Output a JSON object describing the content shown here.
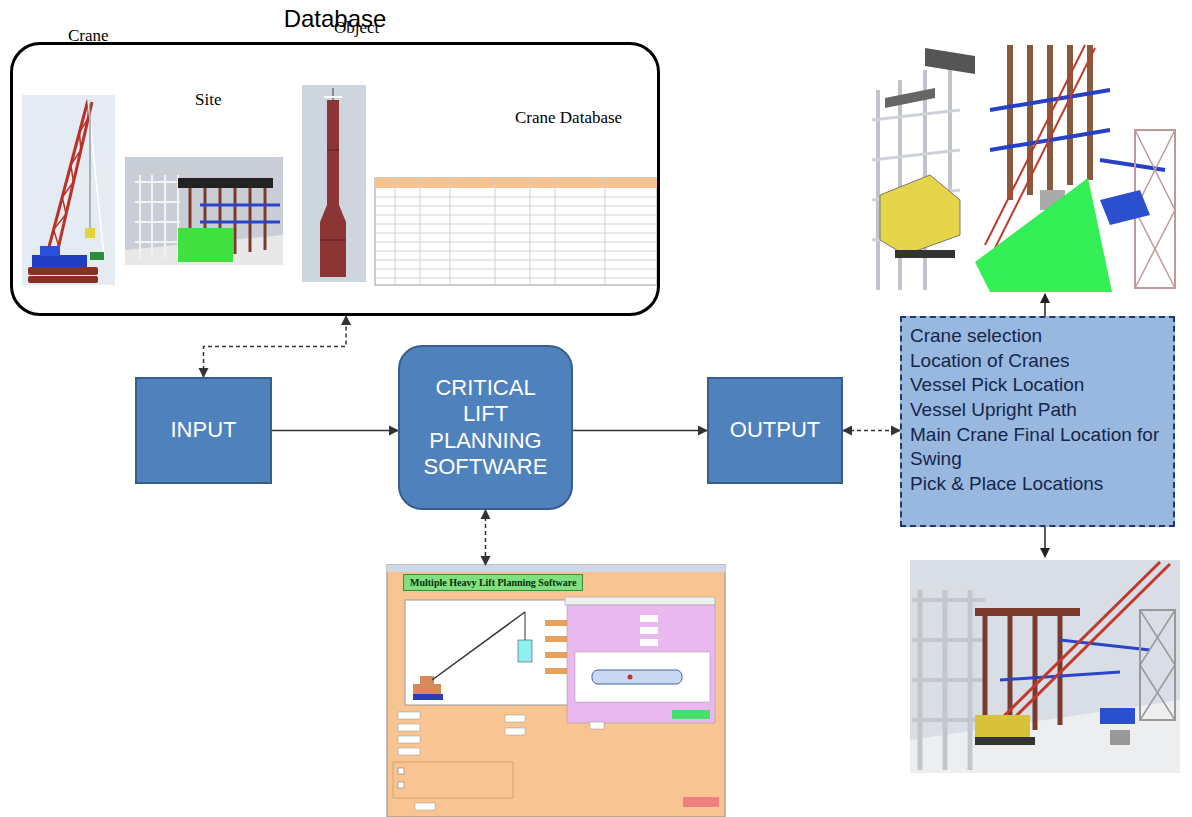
{
  "diagram": {
    "nodes": [
      {
        "text": [
          "Database"
        ]
      },
      {
        "text": [
          "Crane"
        ],
        "in": 0
      },
      {
        "text": [
          "Site"
        ],
        "in": 0
      },
      {
        "text": [
          "Object"
        ],
        "in": 0
      },
      {
        "text": [
          "Crane Database"
        ],
        "in": 0
      },
      {
        "text": [
          "INPUT"
        ]
      },
      {
        "text": [
          "CRITICAL LIFT PLANNING SOFTWARE"
        ]
      },
      {
        "text": [
          "OUTPUT"
        ]
      },
      {
        "text": [
          "Crane selection",
          "Location of Cranes",
          "Vessel Pick Location",
          "Vessel Upright Path",
          "Main Crane Final Location for Swing",
          "Pick & Place Locations"
        ]
      },
      {
        "text": [
          "Multiple Heavy Lift Planning Software"
        ]
      }
    ],
    "edges": [
      {
        "from": 5,
        "to": 0,
        "arrow": "both"
      },
      {
        "from": 5,
        "to": 6,
        "arrow": "to"
      },
      {
        "from": 6,
        "to": 7,
        "arrow": "to"
      },
      {
        "from": 7,
        "to": 8,
        "arrow": "both"
      },
      {
        "from": 6,
        "to": 9,
        "arrow": "both"
      }
    ]
  }
}
